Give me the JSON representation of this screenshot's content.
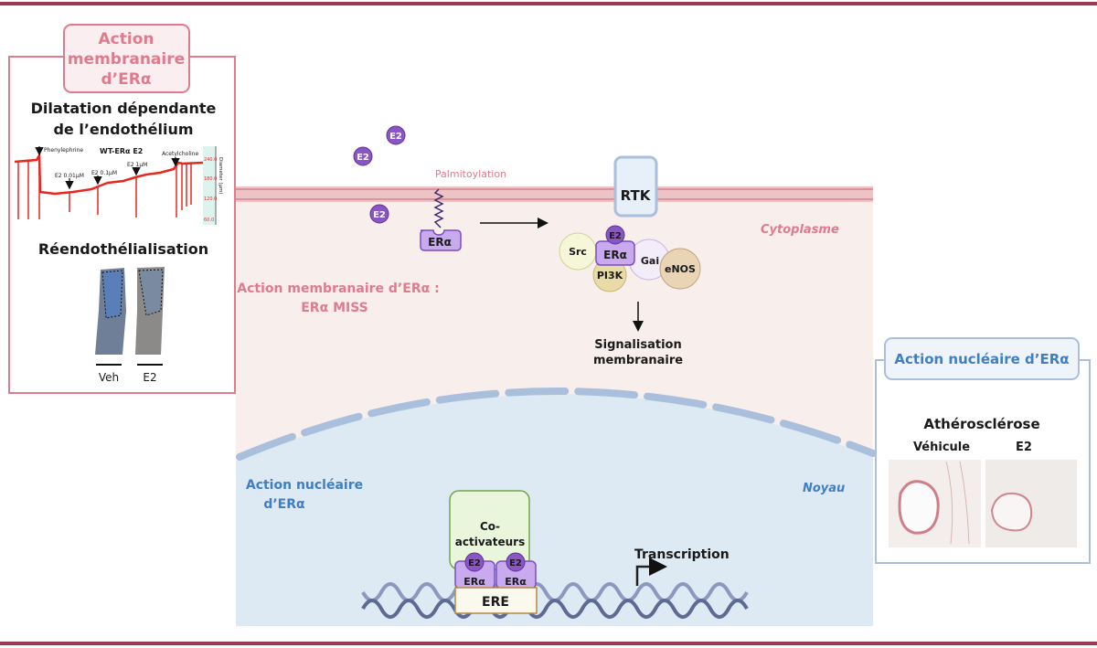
{
  "colors": {
    "frame": "#9b3b55",
    "membrane_accent": "#e07b8d",
    "nuclear_accent": "#3f7fc2",
    "cytoplasm": "#f8eeec",
    "nucleus": "#dde9f3",
    "receptor": "#c9aaee",
    "ligand": "#8a55c4"
  },
  "left_panel": {
    "title": [
      "Action",
      "membranaire",
      "d’ERα"
    ],
    "dilatation_title": [
      "Dilatation dépendante",
      "de l’endothélium"
    ],
    "trace": {
      "title": "WT-ERα E2",
      "markers": [
        "Phenylephrine",
        "E2 0.01µM",
        "E2 0.1µM",
        "E2 1µM",
        "Acetylcholine"
      ],
      "axis_label": "Diameter (µm)",
      "ticks": [
        "240.0",
        "180.0",
        "120.0",
        "60.0"
      ]
    },
    "reendo_title": "Réendothélialisation",
    "image_labels": [
      "Veh",
      "E2"
    ]
  },
  "right_panel": {
    "title": "Action nucléaire d’ERα",
    "subtitle": "Athérosclérose",
    "image_labels": [
      "Véhicule",
      "E2"
    ]
  },
  "cell": {
    "ligand": "E2",
    "palmitoylation": "Palmitoylation",
    "receptor": "ERα",
    "rtk": "RTK",
    "complex": [
      "Src",
      "PI3K",
      "Gai",
      "eNOS"
    ],
    "signalisation": [
      "Signalisation",
      "membranaire"
    ],
    "cytoplasm_label": "Cytoplasme",
    "membrane_action": [
      "Action membranaire d’ERα :",
      "ERα MISS"
    ],
    "nuclear_action": [
      "Action nucléaire",
      "d’ERα"
    ],
    "nucleus_label": "Noyau",
    "coactivators": [
      "Co-",
      "activateurs"
    ],
    "ere": "ERE",
    "transcription": "Transcription"
  }
}
